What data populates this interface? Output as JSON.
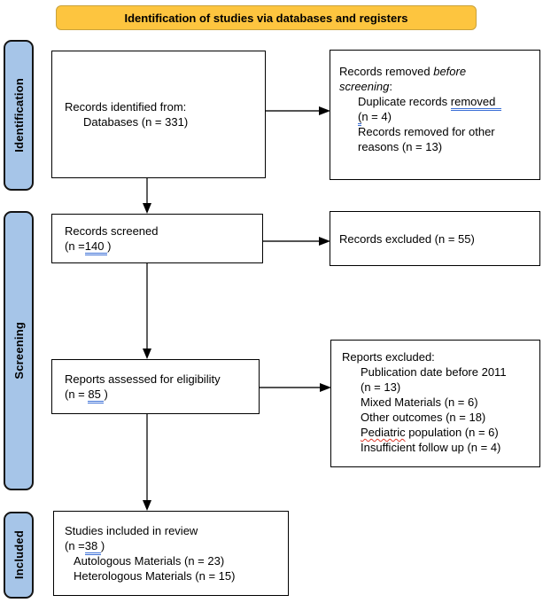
{
  "banner": {
    "label": "Identification of studies via databases and registers"
  },
  "sidebar": {
    "identification": "Identification",
    "screening": "Screening",
    "included": "Included"
  },
  "boxes": {
    "records_identified": {
      "line1": "Records identified from:",
      "line2": "Databases (n = 331)"
    },
    "records_removed": {
      "line1_text": "Records removed ",
      "line1_italic": "before",
      "line2_italic": "screening",
      "line2_text": ":",
      "item1_text": "Duplicate records ",
      "item1_flagged": "removed",
      "item1_cont_flagged": "(",
      "item1_cont": "n = 4)",
      "item2_line1": "Records removed for other",
      "item2_line2": "reasons (n = 13)"
    },
    "records_screened": {
      "line1": "Records screened",
      "n_prefix": "(n =",
      "n_value": "140 ",
      "n_suffix": ")"
    },
    "records_excluded": {
      "line1": "Records excluded (n = 55)"
    },
    "reports_assessed": {
      "line1": "Reports assessed for eligibility",
      "n_prefix": "(n = ",
      "n_value": "85 ",
      "n_suffix": ")"
    },
    "reports_excluded": {
      "title": "Reports excluded:",
      "item1_line1": "Publication date before 2011",
      "item1_line2": "(n = 13)",
      "item2": "Mixed Materials (n = 6)",
      "item3": "Other outcomes (n = 18)",
      "item4_flagged": "Pediatric",
      "item4_rest": " population (n = 6)",
      "item5": "Insufficient follow up (n = 4)"
    },
    "studies_included": {
      "line1": "Studies included in review",
      "n_prefix": "(n =",
      "n_value": "38 ",
      "n_suffix": ")",
      "line3": "Autologous Materials (n = 23)",
      "line4": "Heterologous Materials (n = 15)"
    }
  },
  "colors": {
    "banner_bg": "#FDC53F",
    "stage_label_bg": "#A6C5E8",
    "box_border": "#000000",
    "grammar_underline": "#3B6FD6",
    "spellcheck_underline": "#E0382B"
  }
}
